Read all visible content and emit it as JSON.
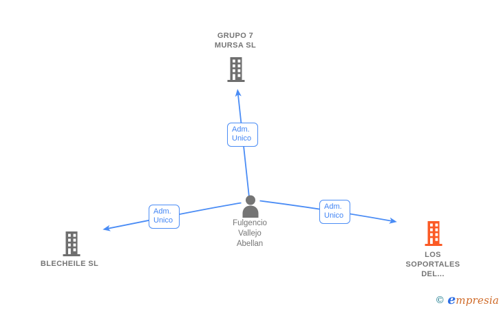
{
  "nodes": {
    "company_top": {
      "lines": [
        "GRUPO 7",
        "MURSA SL"
      ]
    },
    "company_left": {
      "lines": [
        "BLECHEILE SL"
      ]
    },
    "company_right": {
      "lines": [
        "LOS",
        "SOPORTALES",
        "DEL..."
      ]
    },
    "person": {
      "lines": [
        "Fulgencio",
        "Vallejo",
        "Abellan"
      ]
    }
  },
  "edges": {
    "top": {
      "label": [
        "Adm.",
        "Unico"
      ]
    },
    "left": {
      "label": [
        "Adm.",
        "Unico"
      ]
    },
    "right": {
      "label": [
        "Adm.",
        "Unico"
      ]
    }
  },
  "footer": {
    "copyright_symbol": "©",
    "brand_e": "e",
    "brand_rest": "mpresia"
  },
  "colors": {
    "connector_blue": "#4a8cf5",
    "edge_label_blue": "#4285f4",
    "company_icon_gray": "#6e6e6e",
    "highlight_company_orange": "#fb5a25",
    "text_gray": "#757575",
    "logo_teal": "#1f7d8f",
    "logo_blue": "#2f6fe4",
    "logo_orange": "#cf6a28"
  }
}
